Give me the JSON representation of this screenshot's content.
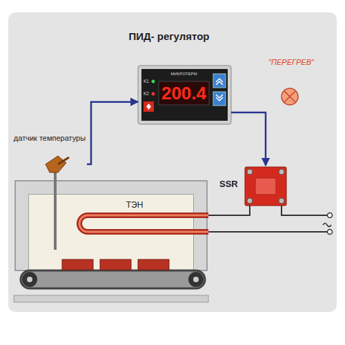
{
  "diagram": {
    "title": "ПИД- регулятор",
    "nodes": [
      {
        "text": [
          "МИКРОТЕРМ",
          "К1",
          "К2",
          "200.4"
        ]
      },
      {
        "text": [
          "\"ПЕРЕГРЕВ\""
        ]
      },
      {
        "text": [
          "датчик температуры"
        ]
      },
      {
        "text": [
          "SSR"
        ]
      }
    ],
    "edges": [
      {
        "from": 2,
        "to": 0,
        "arrow": "to"
      },
      {
        "from": 0,
        "to": 3,
        "arrow": "to"
      }
    ],
    "labels": [
      "ТЭН"
    ]
  }
}
